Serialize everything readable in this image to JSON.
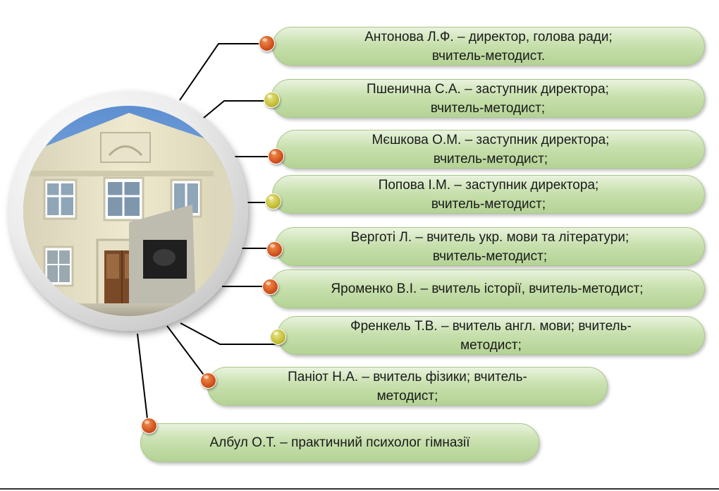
{
  "staff": [
    {
      "line1": "Антонова Л.Ф. – директор, голова ради;",
      "line2": "вчитель-методист.",
      "dot": "orange"
    },
    {
      "line1": "Пшенична С.А. – заступник директора;",
      "line2": "вчитель-методист;",
      "dot": "yellow"
    },
    {
      "line1": "Мєшкова О.М. – заступник директора;",
      "line2": "вчитель-методист;",
      "dot": "orange"
    },
    {
      "line1": "Попова І.М. – заступник директора;",
      "line2": "вчитель-методист;",
      "dot": "yellow"
    },
    {
      "line1": "Верготі Л. – вчитель укр. мови та літератури;",
      "line2": "вчитель-методист;",
      "dot": "orange"
    },
    {
      "line1": "Яроменко В.І. – вчитель історії, вчитель-методист;",
      "line2": "",
      "dot": "orange"
    },
    {
      "line1": "Френкель Т.В. – вчитель англ. мови; вчитель-",
      "line2": "методист;",
      "dot": "yellow"
    },
    {
      "line1": "Паніот Н.А. – вчитель фізики; вчитель-",
      "line2": "методист;",
      "dot": "orange"
    },
    {
      "line1": "Албул О.Т. – практичний психолог гімназії",
      "line2": "",
      "dot": "orange"
    }
  ],
  "colors": {
    "pill": "#c8e0ae",
    "dot_orange": "#d0501d",
    "dot_yellow": "#c3bd34",
    "connector": "#000000"
  },
  "photo": {
    "subject": "school-building-photo"
  }
}
